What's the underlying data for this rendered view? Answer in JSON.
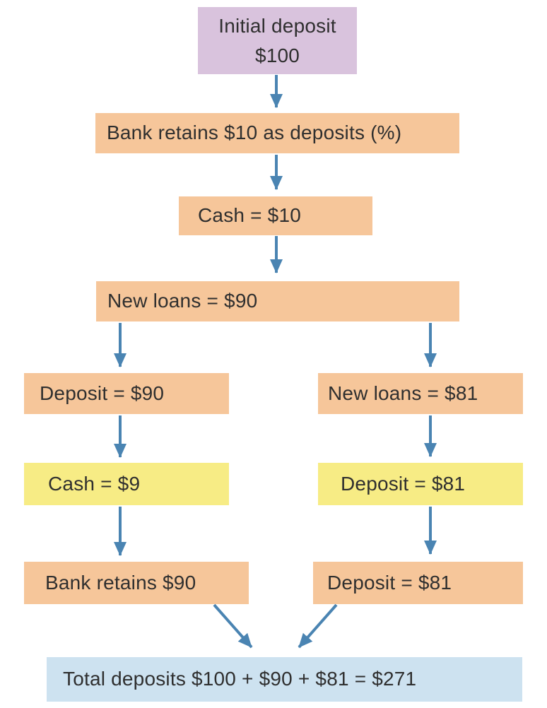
{
  "diagram_type": "flowchart",
  "subject": "Money multiplier / deposit creation process",
  "nodes": {
    "initial_deposit": {
      "label": "Initial deposit\n$100"
    },
    "bank_retains_10": {
      "label": "Bank retains $10 as deposits (%)"
    },
    "cash_10": {
      "label": "Cash = $10"
    },
    "new_loans_90": {
      "label": "New loans = $90"
    },
    "deposit_90": {
      "label": "Deposit = $90"
    },
    "new_loans_81": {
      "label": "New loans = $81"
    },
    "cash_9": {
      "label": "Cash = $9"
    },
    "deposit_81_mid": {
      "label": "Deposit = $81"
    },
    "bank_retains_90": {
      "label": "Bank retains $90"
    },
    "deposit_81_bottom": {
      "label": "Deposit = $81"
    },
    "total_deposits": {
      "label": "Total deposits $100 + $90 + $81 = $271"
    }
  },
  "edges": [
    {
      "from": "initial_deposit",
      "to": "bank_retains_10"
    },
    {
      "from": "bank_retains_10",
      "to": "cash_10"
    },
    {
      "from": "cash_10",
      "to": "new_loans_90"
    },
    {
      "from": "new_loans_90",
      "to": "deposit_90"
    },
    {
      "from": "new_loans_90",
      "to": "new_loans_81"
    },
    {
      "from": "deposit_90",
      "to": "cash_9"
    },
    {
      "from": "new_loans_81",
      "to": "deposit_81_mid"
    },
    {
      "from": "cash_9",
      "to": "bank_retains_90"
    },
    {
      "from": "deposit_81_mid",
      "to": "deposit_81_bottom"
    },
    {
      "from": "bank_retains_90",
      "to": "total_deposits"
    },
    {
      "from": "deposit_81_bottom",
      "to": "total_deposits"
    }
  ],
  "colors": {
    "node_orange": "#f6c69a",
    "node_purple": "#d9c3dd",
    "node_yellow": "#f7ec85",
    "node_blue": "#cde2f0",
    "arrow": "#4a84b2",
    "text": "#2f2f2f",
    "background": "#ffffff"
  }
}
